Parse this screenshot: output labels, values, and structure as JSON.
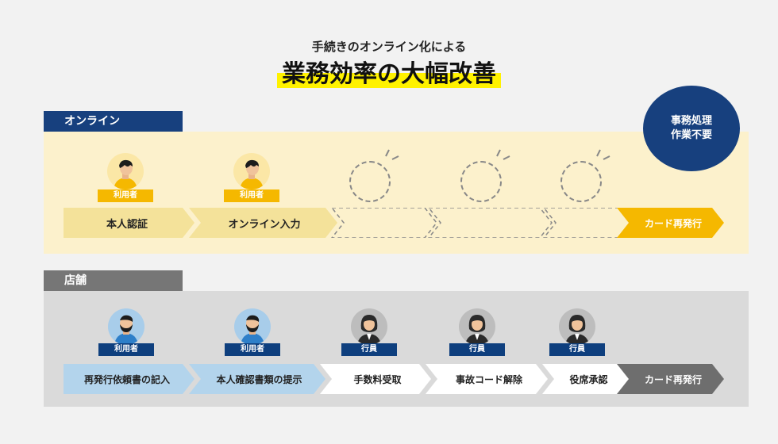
{
  "header": {
    "subtitle": "手続きのオンライン化による",
    "title": "業務効率の大幅改善"
  },
  "online": {
    "label": "オンライン",
    "badge_line1": "事務処理",
    "badge_line2": "作業不要",
    "users": [
      {
        "role": "利用者"
      },
      {
        "role": "利用者"
      }
    ],
    "steps": [
      {
        "label": "本人認証"
      },
      {
        "label": "オンライン入力"
      },
      {
        "label": ""
      },
      {
        "label": ""
      },
      {
        "label": ""
      },
      {
        "label": "カード再発行"
      }
    ]
  },
  "store": {
    "label": "店舗",
    "actors": [
      {
        "role": "利用者"
      },
      {
        "role": "利用者"
      },
      {
        "role": "行員"
      },
      {
        "role": "行員"
      },
      {
        "role": "行員"
      }
    ],
    "steps": [
      {
        "label": "再発行依頼書の記入"
      },
      {
        "label": "本人確認書類の提示"
      },
      {
        "label": "手数料受取"
      },
      {
        "label": "事故コード解除"
      },
      {
        "label": "役席承認"
      },
      {
        "label": "カード再発行"
      }
    ]
  },
  "colors": {
    "navy": "#17407e",
    "yellow": "#f5b800",
    "highlight": "#fff200",
    "online_step": "#f4e29a",
    "store_step_blue": "#b3d4ec",
    "store_step_white": "#ffffff",
    "final_online": "#f5b800",
    "final_store": "#6e6e6e"
  }
}
